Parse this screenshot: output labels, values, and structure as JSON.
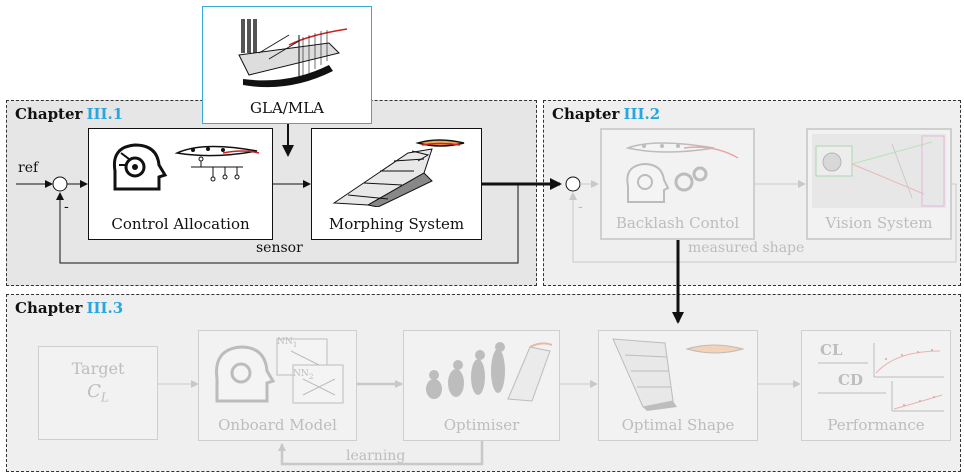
{
  "gla_block": {
    "label": "GLA/MLA"
  },
  "chapter1": {
    "prefix": "Chapter",
    "number": "III.1"
  },
  "chapter2": {
    "prefix": "Chapter",
    "number": "III.2"
  },
  "chapter3": {
    "prefix": "Chapter",
    "number": "III.3"
  },
  "loop1": {
    "ref_label": "ref",
    "minus_label": "-",
    "feedback_label": "sensor",
    "blocks": {
      "control_allocation": "Control Allocation",
      "morphing_system": "Morphing System"
    }
  },
  "loop2": {
    "minus_label": "-",
    "feedback_label": "measured shape",
    "blocks": {
      "backlash_control": "Backlash Contol",
      "vision_system": "Vision System"
    }
  },
  "pipeline": {
    "target_title": "Target",
    "target_symbol": "C",
    "target_subscript": "L",
    "onboard_model": "Onboard Model",
    "nn_label_1": "NN",
    "nn_label_1_sub": "1",
    "nn_label_2": "NN",
    "nn_label_2_sub": "2",
    "optimiser": "Optimiser",
    "optimal_shape": "Optimal Shape",
    "performance": "Performance",
    "cl_label": "CL",
    "cd_label": "CD",
    "learning_label": "learning"
  },
  "colors": {
    "accent": "#2aa6df",
    "active_line": "#111111",
    "faded_line": "#c8c8c8"
  }
}
